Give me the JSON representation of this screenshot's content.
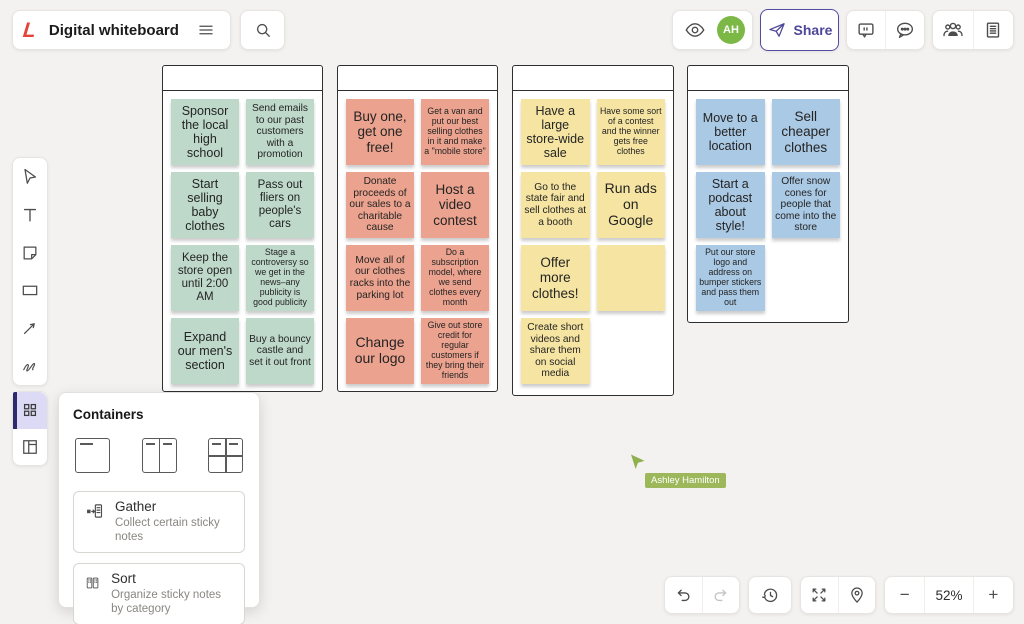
{
  "header": {
    "title": "Digital whiteboard",
    "share_label": "Share",
    "avatar_initials": "AH"
  },
  "containers_panel": {
    "title": "Containers",
    "options": [
      {
        "label": "Gather",
        "description": "Collect certain sticky notes"
      },
      {
        "label": "Sort",
        "description": "Organize sticky notes by category"
      }
    ]
  },
  "boards": [
    {
      "color": "green",
      "title": "",
      "notes": [
        "Sponsor the local high school",
        "Send emails to our past customers with a promotion",
        "Start selling baby clothes",
        "Pass out fliers on people's cars",
        "Keep the store open until 2:00 AM",
        "Stage a controversy so we get in the news–any publicity is good publicity",
        "Expand our men's section",
        "Buy a bouncy castle and set it out front"
      ]
    },
    {
      "color": "salmon",
      "title": "",
      "notes": [
        "Buy one, get one free!",
        "Get a van and put our best selling clothes in it and make a \"mobile store\"",
        "Donate proceeds of our sales to a charitable cause",
        "Host a video contest",
        "Move all of our clothes racks into the parking lot",
        "Do a subscription model, where we send clothes every month",
        "Change our logo",
        "Give out store credit for regular customers if they bring their friends"
      ]
    },
    {
      "color": "yellow",
      "title": "",
      "notes": [
        "Have a large store-wide sale",
        "Have some sort of a contest and the winner gets free clothes",
        "Go to the state fair and sell clothes at a booth",
        "Run ads on Google",
        "Offer more clothes!",
        "",
        "Create short videos and share them on social media"
      ]
    },
    {
      "color": "blue",
      "title": "",
      "notes": [
        "Move to a better location",
        "Sell cheaper clothes",
        "Start a podcast about style!",
        "Offer snow cones for people that come into the store",
        "Put our store logo and address on bumper stickers and pass them out"
      ]
    }
  ],
  "collaboration": {
    "remote_cursor_name": "Ashley Hamilton"
  },
  "zoom_controls": {
    "minus": "−",
    "value": "52%",
    "plus": "+"
  },
  "colors": {
    "sticky_green": "#bed9ca",
    "sticky_salmon": "#eba28e",
    "sticky_yellow": "#f6e5a2",
    "sticky_blue": "#aac9e4",
    "accent_indigo": "#4d4799",
    "avatar_green": "#7cb845",
    "cursor_green": "#9cb85a",
    "logo_red": "#e2463a"
  }
}
